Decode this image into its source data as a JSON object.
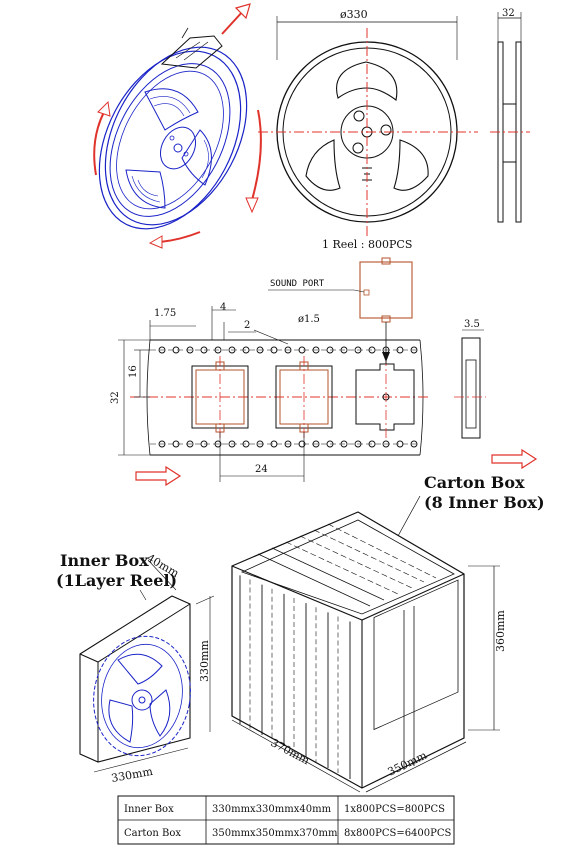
{
  "reel": {
    "diameter_label": "ø330",
    "width_label": "32",
    "quantity_label": "1 Reel : 800PCS"
  },
  "tape": {
    "sound_port_label": "SOUND PORT",
    "pitch_label_175": "1.75",
    "pitch_label_4": "4",
    "pitch_label_2": "2",
    "hole_diameter_label": "ø1.5",
    "height_label_16": "16",
    "width_label_32": "32",
    "pocket_pitch_label": "24",
    "thickness_label": "3.5"
  },
  "carton": {
    "title_line1": "Carton Box",
    "title_line2": "(8 Inner Box)",
    "height_label": "360mm",
    "length_label": "370mm",
    "width_label": "350mm"
  },
  "inner_box": {
    "title_line1": "Inner Box",
    "title_line2": "(1Layer Reel)",
    "depth_label": "40mm",
    "height_label": "330mm",
    "width_label": "330mm"
  },
  "table": {
    "rows": [
      {
        "name": "Inner Box",
        "size": "330mmx330mmx40mm",
        "qty": "1x800PCS=800PCS"
      },
      {
        "name": "Carton Box",
        "size": "350mmx350mmx370mm",
        "qty": "8x800PCS=6400PCS"
      }
    ]
  },
  "colors": {
    "reel_blue": "#1a23c7",
    "arrow_red": "#e0332b",
    "part_orange": "#b5532b"
  }
}
